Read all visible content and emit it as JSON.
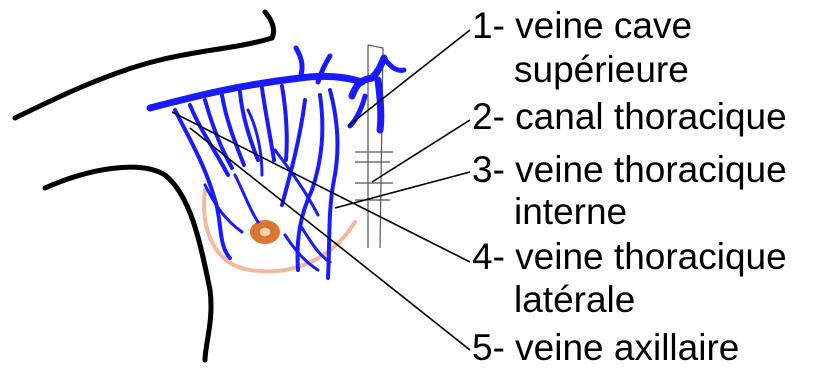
{
  "labels": [
    {
      "number": "1",
      "line1": "1- veine cave",
      "line2": "supérieure"
    },
    {
      "number": "2",
      "line1": "2- canal thoracique"
    },
    {
      "number": "3",
      "line1": "3- veine thoracique",
      "line2": "interne"
    },
    {
      "number": "4",
      "line1": "4- veine thoracique",
      "line2": "latérale"
    },
    {
      "number": "5",
      "line1": "5- veine axillaire"
    }
  ],
  "colors": {
    "veins": "#1a1aff",
    "outline": "#000000",
    "breast_contour": "#f2b8a0",
    "areola": "#d9782e",
    "nipple": "#f6d2b0"
  }
}
